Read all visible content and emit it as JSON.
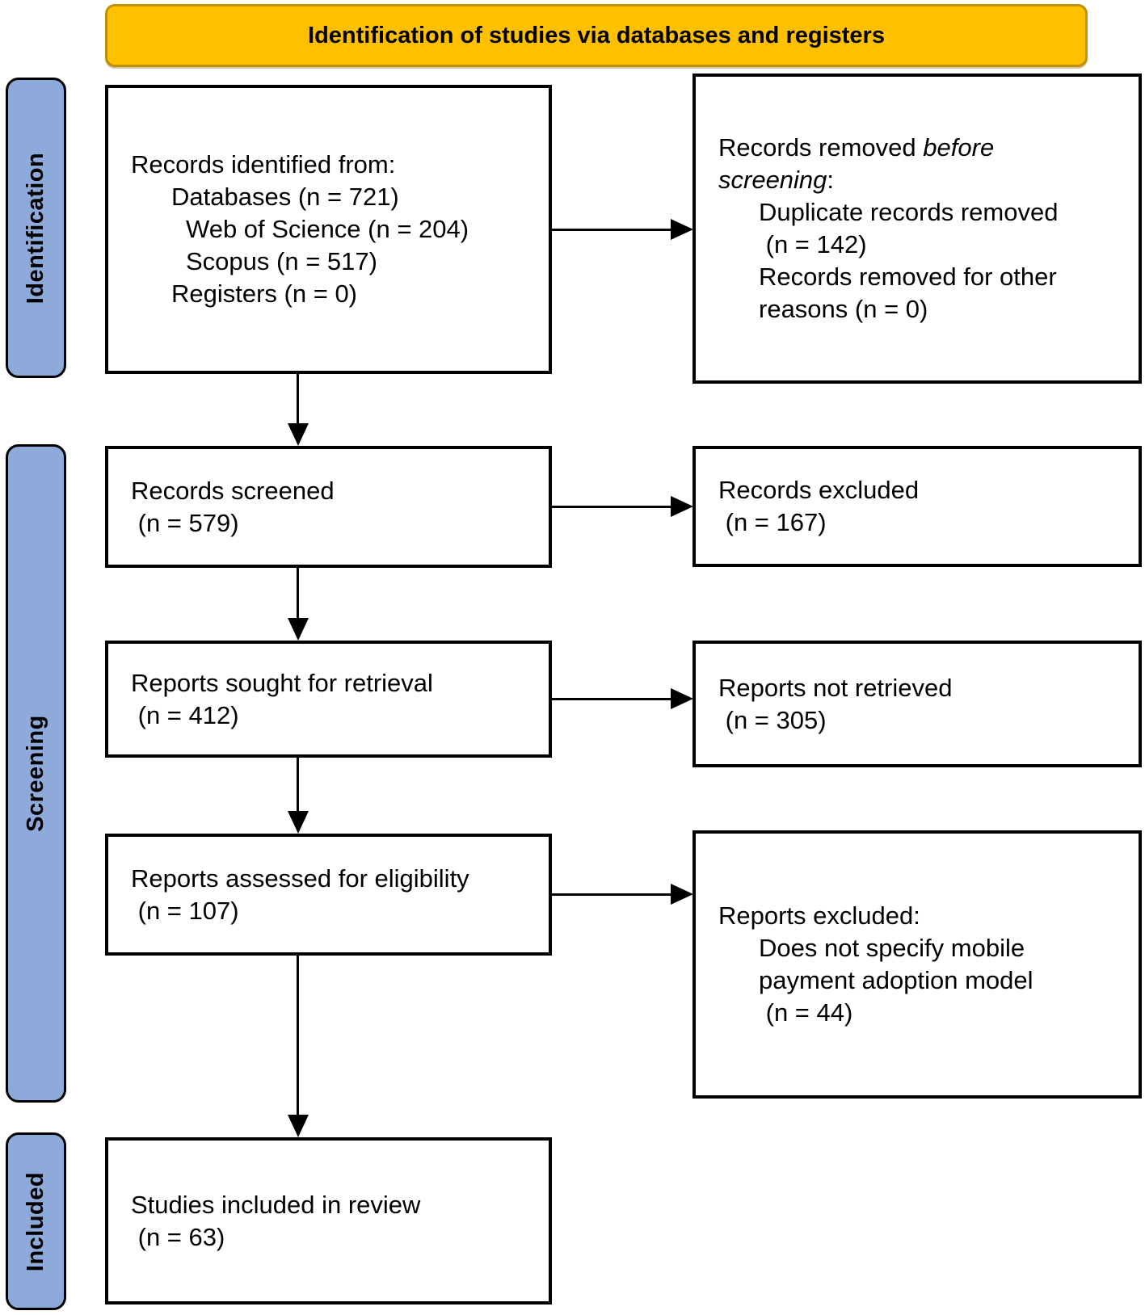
{
  "banner": {
    "label": "Identification of studies via databases and registers"
  },
  "stages": {
    "identification": "Identification",
    "screening": "Screening",
    "included": "Included"
  },
  "colors": {
    "banner_fill": "#FFC000",
    "banner_border": "#BF9000",
    "stage_fill": "#8EAADB",
    "line_color": "#000000"
  },
  "boxes": {
    "records_identified": {
      "lines": [
        {
          "text": "Records identified from:",
          "indent": 0
        },
        {
          "text": "Databases (n = 721)",
          "indent": 1
        },
        {
          "text": "Web of Science (n = 204)",
          "indent": 2
        },
        {
          "text": "Scopus (n = 517)",
          "indent": 2
        },
        {
          "text": "Registers (n = 0)",
          "indent": 1
        }
      ]
    },
    "records_removed": {
      "lines": [
        {
          "segments": [
            {
              "text": "Records removed ",
              "italic": false
            },
            {
              "text": "before",
              "italic": true
            }
          ],
          "indent": 0
        },
        {
          "segments": [
            {
              "text": "screening",
              "italic": true
            },
            {
              "text": ":",
              "italic": false
            }
          ],
          "indent": 0
        },
        {
          "text": "Duplicate records removed",
          "indent": 1
        },
        {
          "text": " (n = 142)",
          "indent": 1
        },
        {
          "text": "Records removed for other",
          "indent": 1
        },
        {
          "text": "reasons (n = 0)",
          "indent": 1
        }
      ]
    },
    "records_screened": {
      "lines": [
        {
          "text": "Records screened",
          "indent": 0
        },
        {
          "text": " (n = 579)",
          "indent": 0
        }
      ]
    },
    "records_excluded": {
      "lines": [
        {
          "text": "Records excluded",
          "indent": 0
        },
        {
          "text": " (n = 167)",
          "indent": 0
        }
      ]
    },
    "reports_sought": {
      "lines": [
        {
          "text": "Reports sought for retrieval",
          "indent": 0
        },
        {
          "text": " (n = 412)",
          "indent": 0
        }
      ]
    },
    "reports_not_retrieved": {
      "lines": [
        {
          "text": "Reports not retrieved",
          "indent": 0
        },
        {
          "text": " (n = 305)",
          "indent": 0
        }
      ]
    },
    "reports_assessed": {
      "lines": [
        {
          "text": "Reports assessed for eligibility",
          "indent": 0
        },
        {
          "text": " (n = 107)",
          "indent": 0
        }
      ]
    },
    "reports_excluded": {
      "lines": [
        {
          "text": "Reports excluded:",
          "indent": 0
        },
        {
          "text": "Does not specify mobile",
          "indent": 1
        },
        {
          "text": "payment adoption model",
          "indent": 1
        },
        {
          "text": " (n = 44)",
          "indent": 1
        }
      ]
    },
    "studies_included": {
      "lines": [
        {
          "text": "Studies included in review",
          "indent": 0
        },
        {
          "text": " (n = 63)",
          "indent": 0
        }
      ]
    }
  }
}
